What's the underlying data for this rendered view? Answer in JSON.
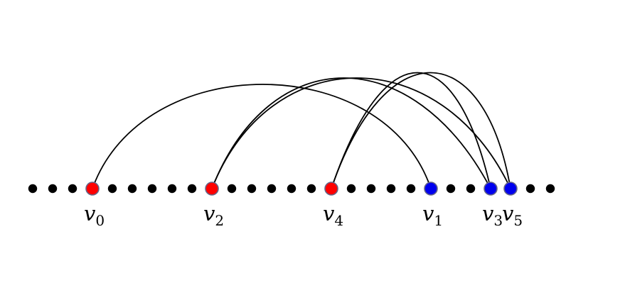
{
  "colors": {
    "background": "#ffffff",
    "dot": "#000000",
    "edge": "#000000",
    "red_vertex": "#ff0000",
    "blue_vertex": "#0000ee",
    "vertex_outline": "#666688"
  },
  "diagram": {
    "dot_count": 27,
    "vertices": [
      {
        "id": "v0",
        "base": "v",
        "sub": "0",
        "slot": 3,
        "color": "red"
      },
      {
        "id": "v2",
        "base": "v",
        "sub": "2",
        "slot": 9,
        "color": "red"
      },
      {
        "id": "v4",
        "base": "v",
        "sub": "4",
        "slot": 15,
        "color": "red"
      },
      {
        "id": "v1",
        "base": "v",
        "sub": "1",
        "slot": 20,
        "color": "blue"
      },
      {
        "id": "v3",
        "base": "v",
        "sub": "3",
        "slot": 23,
        "color": "blue"
      },
      {
        "id": "v5",
        "base": "v",
        "sub": "5",
        "slot": 24,
        "color": "blue"
      }
    ],
    "edges": [
      {
        "from": "v0",
        "to": "v1"
      },
      {
        "from": "v2",
        "to": "v3"
      },
      {
        "from": "v2",
        "to": "v5"
      },
      {
        "from": "v4",
        "to": "v3"
      },
      {
        "from": "v4",
        "to": "v5"
      }
    ]
  }
}
